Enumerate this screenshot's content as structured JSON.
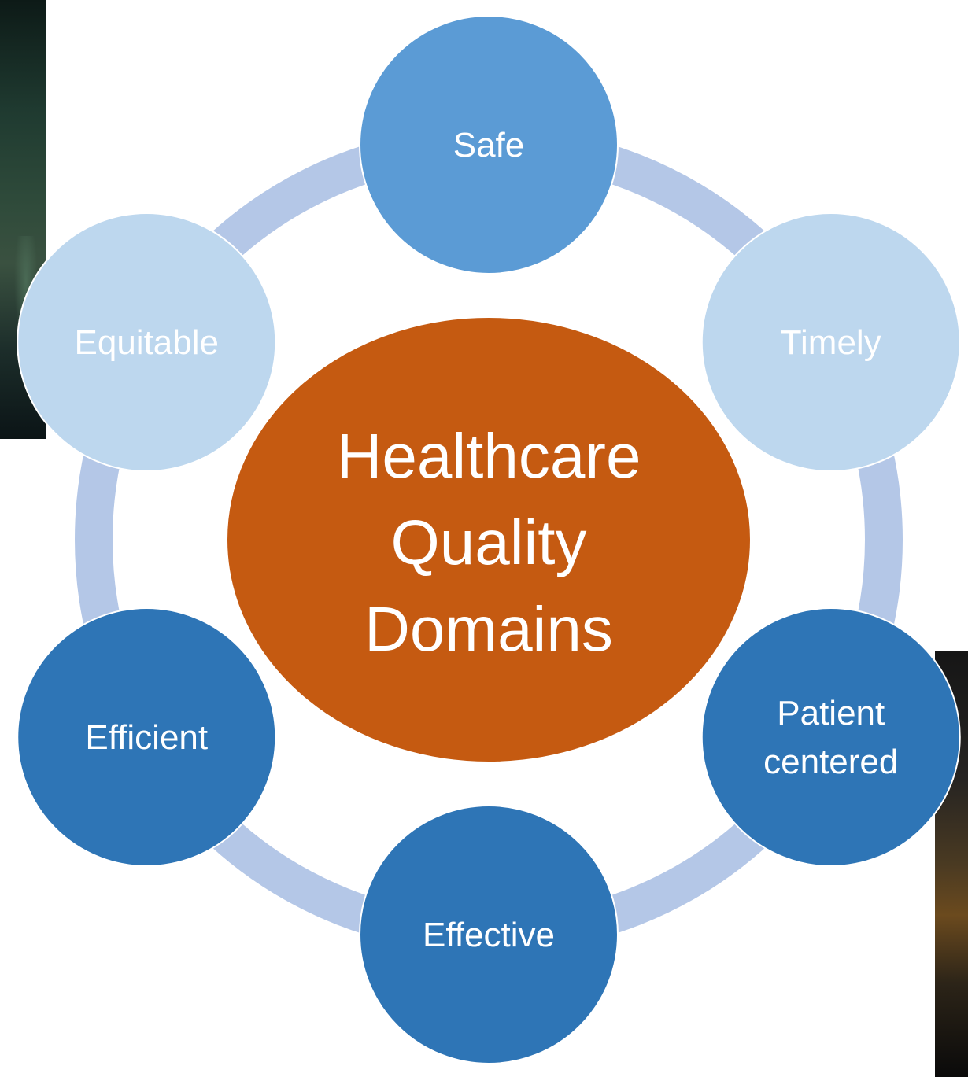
{
  "center": {
    "lines": [
      "Healthcare",
      "Quality",
      "Domains"
    ],
    "color": "#c55a11"
  },
  "nodes": [
    {
      "id": "safe",
      "lines": [
        "Safe"
      ],
      "color": "#5b9bd5"
    },
    {
      "id": "timely",
      "lines": [
        "Timely"
      ],
      "color": "#bdd7ee"
    },
    {
      "id": "patient-centered",
      "lines": [
        "Patient",
        "centered"
      ],
      "color": "#2e75b6"
    },
    {
      "id": "effective",
      "lines": [
        "Effective"
      ],
      "color": "#2e75b6"
    },
    {
      "id": "efficient",
      "lines": [
        "Efficient"
      ],
      "color": "#2e75b6"
    },
    {
      "id": "equitable",
      "lines": [
        "Equitable"
      ],
      "color": "#bdd7ee"
    }
  ],
  "ring_color": "#b4c7e7",
  "node_border_color": "#ffffff"
}
